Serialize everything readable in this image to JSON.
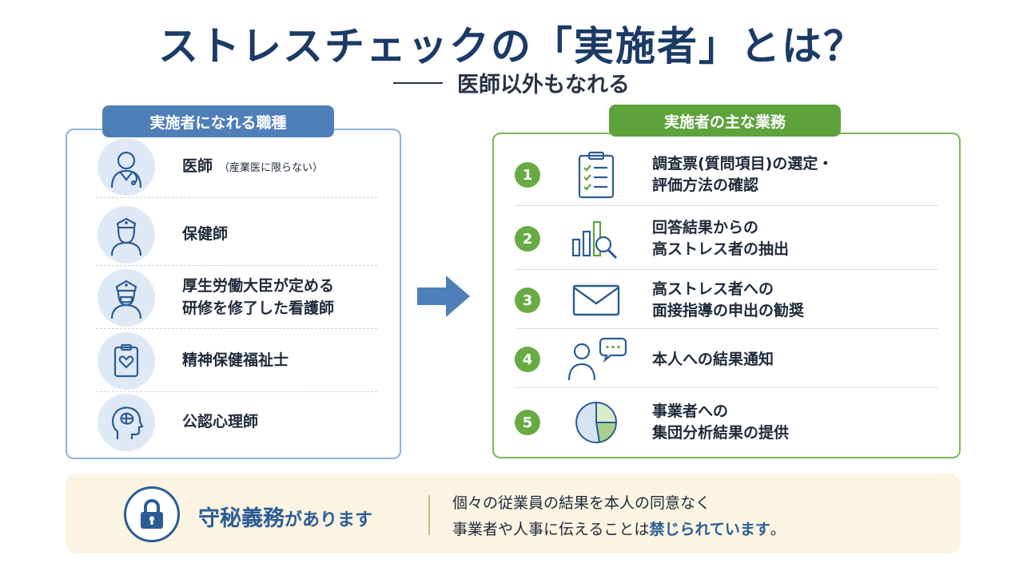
{
  "title": "ストレスチェックの「実施者」とは？",
  "subtitle": "医師以外もなれる",
  "left": {
    "heading": "実施者になれる職種",
    "items": [
      {
        "label": "医師",
        "note": "（産業医に限らない）",
        "icon": "doctor-icon"
      },
      {
        "label": "保健師",
        "note": "",
        "icon": "nurse-icon"
      },
      {
        "label": "厚生労働大臣が定める",
        "label2": "研修を修了した看護師",
        "note": "",
        "icon": "trained-nurse-icon"
      },
      {
        "label": "精神保健福祉士",
        "note": "",
        "icon": "clipboard-heart-icon"
      },
      {
        "label": "公認心理師",
        "note": "",
        "icon": "head-brain-icon"
      }
    ]
  },
  "right": {
    "heading": "実施者の主な業務",
    "items": [
      {
        "num": "1",
        "line1": "調査票(質問項目)の選定・",
        "line2": "評価方法の確認",
        "icon": "checklist-icon"
      },
      {
        "num": "2",
        "line1": "回答結果からの",
        "line2": "高ストレス者の抽出",
        "icon": "bar-chart-magnifier-icon"
      },
      {
        "num": "3",
        "line1": "高ストレス者への",
        "line2": "面接指導の申出の勧奨",
        "icon": "envelope-icon"
      },
      {
        "num": "4",
        "line1": "本人への結果通知",
        "line2": "",
        "icon": "person-chat-icon"
      },
      {
        "num": "5",
        "line1": "事業者への",
        "line2": "集団分析結果の提供",
        "icon": "pie-chart-icon"
      }
    ]
  },
  "banner": {
    "icon": "lock-icon",
    "secrecy_main": "守秘義務",
    "secrecy_tail": "があります",
    "line1": "個々の従業員の結果を本人の同意なく",
    "line2_pre": "事業者や人事に伝えることは",
    "line2_em": "禁じられています",
    "line2_post": "。"
  },
  "colors": {
    "navy": "#1b3a66",
    "blue_tab": "#4f7fb8",
    "green_tab": "#5ea23c",
    "green_num": "#6aaa45",
    "banner_bg": "#fbf4e2"
  }
}
